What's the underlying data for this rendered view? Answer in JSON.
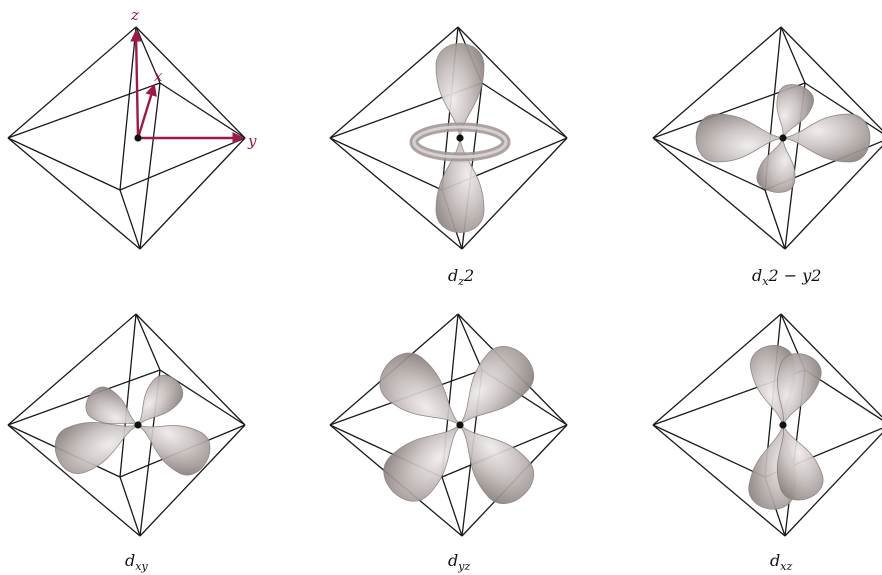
{
  "axes": {
    "x": "x",
    "y": "y",
    "z": "z",
    "color": "#9b1a4a"
  },
  "lobe_color": "#a79f9d",
  "panels": [
    {
      "id": "axes",
      "caption": null
    },
    {
      "id": "dz2",
      "caption": {
        "base": "d",
        "sub": "z",
        "rest": "2"
      }
    },
    {
      "id": "dx2y2",
      "caption": {
        "base": "d",
        "sub": "x",
        "rest": "2 − y2"
      }
    },
    {
      "id": "dxy",
      "caption": {
        "base": "d",
        "sub": "xy",
        "rest": ""
      }
    },
    {
      "id": "dyz",
      "caption": {
        "base": "d",
        "sub": "yz",
        "rest": ""
      }
    },
    {
      "id": "dxz",
      "caption": {
        "base": "d",
        "sub": "xz",
        "rest": ""
      }
    }
  ]
}
